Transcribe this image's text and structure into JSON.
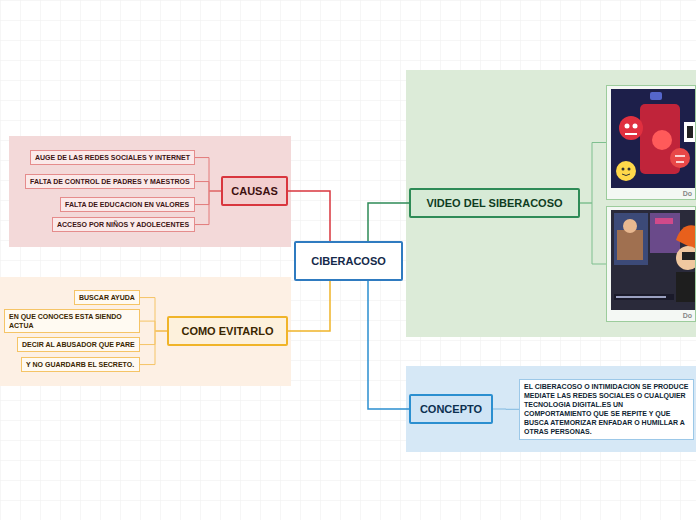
{
  "diagram": {
    "nodes": [
      {
        "text": [
          "CIBERACOSO"
        ]
      },
      {
        "text": [
          "CAUSAS"
        ]
      },
      {
        "text": [
          "AUGE DE LAS REDES SOCIALES Y INTERNET"
        ]
      },
      {
        "text": [
          "FALTA DE CONTROL DE PADRES Y MAESTROS"
        ]
      },
      {
        "text": [
          "FALTA DE EDUCACION EN VALORES"
        ]
      },
      {
        "text": [
          "ACCESO POR NIÑOS Y ADOLECENTES"
        ]
      },
      {
        "text": [
          "COMO EVITARLO"
        ]
      },
      {
        "text": [
          "BUSCAR AYUDA"
        ]
      },
      {
        "text": [
          "EN QUE CONOCES ESTA SIENDO ACTUA"
        ]
      },
      {
        "text": [
          "DECIR AL ABUSADOR QUE PARE"
        ]
      },
      {
        "text": [
          "Y NO GUARDARB EL SECRETO."
        ]
      },
      {
        "text": [
          "VIDEO DEL SIBERACOSO"
        ]
      },
      {
        "text": [
          "Do"
        ]
      },
      {
        "text": [
          "Do"
        ]
      },
      {
        "text": [
          "CONCEPTO"
        ]
      },
      {
        "text": [
          "EL CIBERACOSO O INTIMIDACION SE PRODUCE MEDIATE LAS REDES SOCIALES O CUALQUIER TECNOLOGIA DIGITAL.ES UN COMPORTAMIENTO QUE SE REPITE Y QUE BUSCA ATEMORIZAR ENFADAR O HUMILLAR A OTRAS PERSONAS."
        ]
      }
    ],
    "edges": [
      {
        "from": 0,
        "to": 1,
        "arrow": "none"
      },
      {
        "from": 1,
        "to": 2,
        "arrow": "none"
      },
      {
        "from": 1,
        "to": 3,
        "arrow": "none"
      },
      {
        "from": 1,
        "to": 4,
        "arrow": "none"
      },
      {
        "from": 1,
        "to": 5,
        "arrow": "none"
      },
      {
        "from": 0,
        "to": 6,
        "arrow": "none"
      },
      {
        "from": 6,
        "to": 7,
        "arrow": "none"
      },
      {
        "from": 6,
        "to": 8,
        "arrow": "none"
      },
      {
        "from": 6,
        "to": 9,
        "arrow": "none"
      },
      {
        "from": 6,
        "to": 10,
        "arrow": "none"
      },
      {
        "from": 0,
        "to": 11,
        "arrow": "none"
      },
      {
        "from": 11,
        "to": 12,
        "arrow": "none"
      },
      {
        "from": 11,
        "to": 13,
        "arrow": "none"
      },
      {
        "from": 0,
        "to": 14,
        "arrow": "none"
      },
      {
        "from": 14,
        "to": 15,
        "arrow": "none"
      }
    ]
  }
}
